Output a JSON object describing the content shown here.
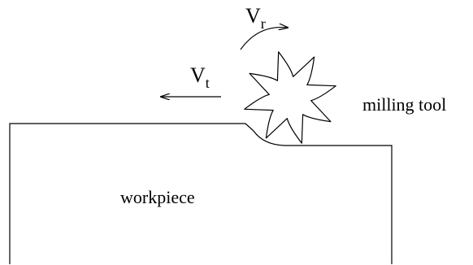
{
  "labels": {
    "rot_velocity": "V",
    "rot_velocity_sub": "r",
    "trans_velocity": "V",
    "trans_velocity_sub": "t",
    "tool": "milling tool",
    "workpiece": "workpiece"
  },
  "colors": {
    "line": "#000000",
    "background": "#ffffff"
  }
}
